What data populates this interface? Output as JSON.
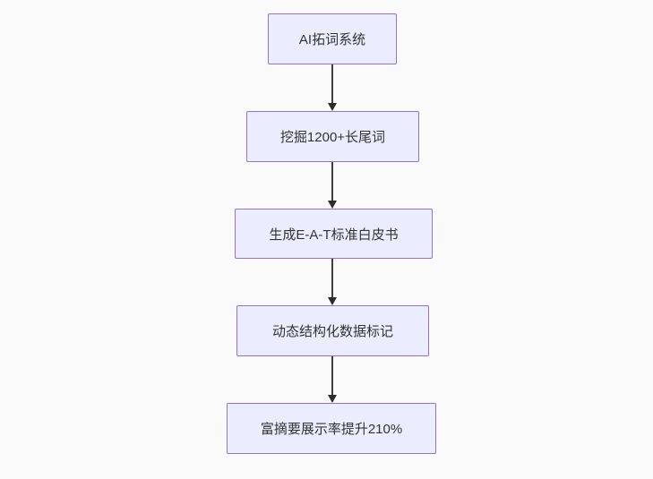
{
  "diagram": {
    "type": "flowchart",
    "direction": "top-down",
    "nodes": [
      {
        "id": "A",
        "label": "AI拓词系统"
      },
      {
        "id": "B",
        "label": "挖掘1200+长尾词"
      },
      {
        "id": "C",
        "label": "生成E-A-T标准白皮书"
      },
      {
        "id": "D",
        "label": "动态结构化数据标记"
      },
      {
        "id": "E",
        "label": "富摘要展示率提升210%"
      }
    ],
    "edges": [
      {
        "from": "A",
        "to": "B"
      },
      {
        "from": "B",
        "to": "C"
      },
      {
        "from": "C",
        "to": "D"
      },
      {
        "from": "D",
        "to": "E"
      }
    ],
    "colors": {
      "node_fill": "#ECECFF",
      "node_border": "#9370DB",
      "node_text": "#333333",
      "arrow": "#3f3f3f",
      "background": "#fafafa"
    }
  }
}
